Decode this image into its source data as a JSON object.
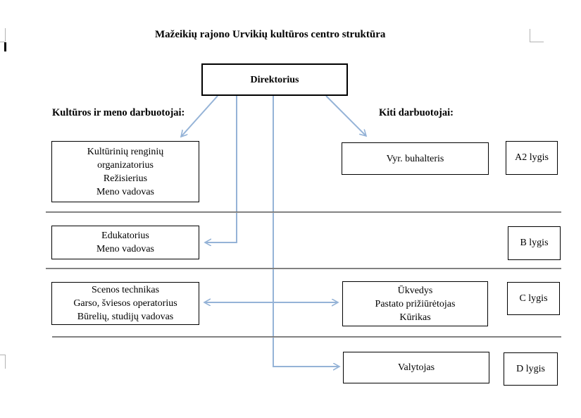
{
  "page": {
    "title": "Mažeikių rajono Urvikių kultūros centro struktūra"
  },
  "sections": {
    "left_label": "Kultūros ir meno darbuotojai:",
    "right_label": "Kiti darbuotojai:"
  },
  "nodes": {
    "direktorius": {
      "lines": [
        "Direktorius"
      ]
    },
    "kulturiniai": {
      "lines": [
        "Kultūrinių renginių",
        "organizatorius",
        "Režisierius",
        "Meno vadovas"
      ]
    },
    "buhalteris": {
      "lines": [
        "Vyr. buhalteris"
      ]
    },
    "edukatorius": {
      "lines": [
        "Edukatorius",
        "Meno vadovas"
      ]
    },
    "scenos": {
      "lines": [
        "Scenos technikas",
        "Garso, šviesos operatorius",
        "Būrelių, studijų vadovas"
      ]
    },
    "ukvedys": {
      "lines": [
        "Ūkvedys",
        "Pastato prižiūrėtojas",
        "Kūrikas"
      ]
    },
    "valytojas": {
      "lines": [
        "Valytojas"
      ]
    }
  },
  "levels": {
    "a2": "A2 lygis",
    "b": "B lygis",
    "c": "C lygis",
    "d": "D lygis"
  },
  "colors": {
    "connector_blue": "#95b3d7",
    "box_border": "#000000",
    "divider_gray": "#808080",
    "text": "#000000",
    "background": "#ffffff"
  }
}
